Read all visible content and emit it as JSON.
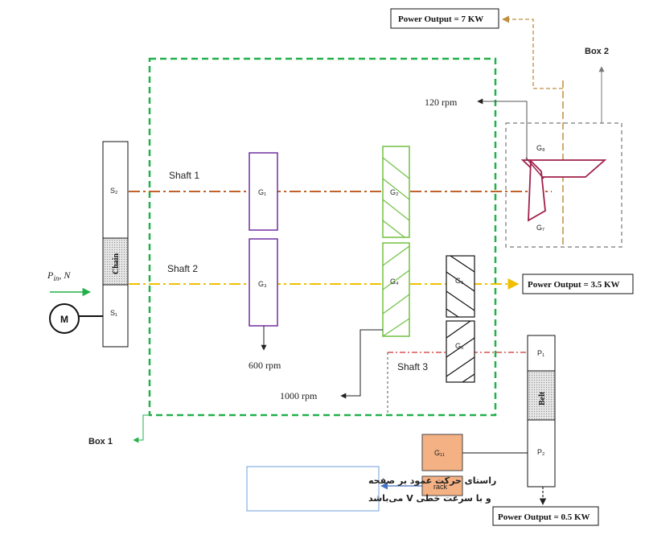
{
  "sprockets": {
    "s1": "S₁",
    "s2": "S₂",
    "chain": "Chain"
  },
  "motor": {
    "label": "M",
    "input_power": "P",
    "input_sub": "in",
    "input_speed": ", N"
  },
  "shafts": {
    "shaft1": "Shaft 1",
    "shaft2": "Shaft 2",
    "shaft3": "Shaft 3"
  },
  "gears": {
    "g1": "G₁",
    "g2": "G₂",
    "g3": "G₃",
    "g4": "G₄",
    "g5": "G₅",
    "g6": "G₆",
    "g7": "G₇",
    "g8": "G₈",
    "g11": "G₁₁"
  },
  "speeds": {
    "rpm120": "120 rpm",
    "rpm600": "600 rpm",
    "rpm1000": "1000 rpm"
  },
  "outputs": {
    "out7": "Power Output = 7 KW",
    "out35": "Power Output = 3.5 KW",
    "out05": "Power Output = 0.5 KW"
  },
  "boxes": {
    "box1": "Box 1",
    "box2": "Box 2"
  },
  "pulleys": {
    "p1": "P₁",
    "p2": "P₂",
    "belt": "Belt"
  },
  "rack": {
    "label": "rack"
  },
  "note": {
    "line1": "راستای حرکت عمود بر صفحه",
    "line2": "و با سرعت خطی V می‌باشد"
  },
  "colors": {
    "box1_green": "#22b04a",
    "shaft1": "#c0622a",
    "shaft2": "#f0c000",
    "shaft3": "#d03030",
    "purple_gear": "#7030a0",
    "green_gear": "#70c040",
    "bevel_gear": "#a0204a",
    "gold_arrow": "#c09040",
    "orange_fill": "#f4b183",
    "note_border": "#6f9fd8",
    "note_arrow": "#4472c4"
  }
}
